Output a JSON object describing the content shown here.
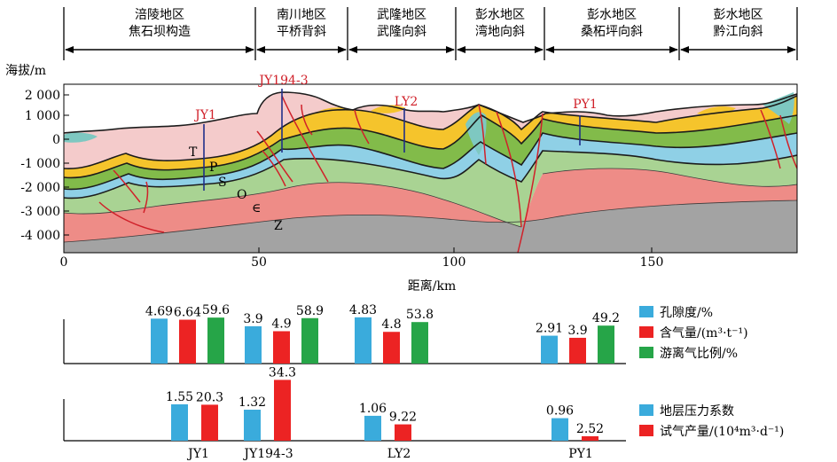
{
  "regions": [
    {
      "line1": "涪陵地区",
      "line2": "焦石坝构造"
    },
    {
      "line1": "南川地区",
      "line2": "平桥背斜"
    },
    {
      "line1": "武隆地区",
      "line2": "武隆向斜"
    },
    {
      "line1": "彭水地区",
      "line2": "湾地向斜"
    },
    {
      "line1": "彭水地区",
      "line2": "桑柘坪向斜"
    },
    {
      "line1": "彭水地区",
      "line2": "黔江向斜"
    }
  ],
  "section": {
    "y_axis_label": "海拔/m",
    "x_axis_label": "距离/km",
    "y_ticks": [
      "2 000",
      "1 000",
      "0",
      "-1 000",
      "-2 000",
      "-3 000",
      "-4 000"
    ],
    "x_ticks": [
      "0",
      "50",
      "100",
      "150"
    ],
    "strata_labels": [
      "T",
      "P",
      "S",
      "O",
      "∈",
      "Z"
    ],
    "wells": [
      "JY1",
      "JY194-3",
      "LY2",
      "PY1"
    ],
    "colors": {
      "T": "#f4cbcb",
      "P": "#f5c42c",
      "S_upper": "#82bb4a",
      "O": "#8fd0e6",
      "Cambrian": "#a9d393",
      "Z": "#ee8c87",
      "basement": "#a3a3a3",
      "teal": "#7ec8c1",
      "well": "#1f2f8a",
      "fault": "#d0212a"
    }
  },
  "chart_data": [
    {
      "type": "bar",
      "categories": [
        "JY1",
        "JY194-3",
        "LY2",
        "PY1"
      ],
      "series": [
        {
          "name": "孔隙度/%",
          "values": [
            4.69,
            3.9,
            4.83,
            2.91
          ],
          "color": "#3aabdc"
        },
        {
          "name": "含气量/(m³·t⁻¹)",
          "values": [
            6.64,
            4.9,
            4.8,
            3.9
          ],
          "color": "#ec2323"
        },
        {
          "name": "游离气比例/%",
          "values": [
            59.6,
            58.9,
            53.8,
            49.2
          ],
          "color": "#26a548"
        }
      ],
      "data_labels": [
        [
          "4.69",
          "6.64",
          "59.6"
        ],
        [
          "3.9",
          "4.9",
          "58.9"
        ],
        [
          "4.83",
          "4.8",
          "53.8"
        ],
        [
          "2.91",
          "3.9",
          "49.2"
        ]
      ]
    },
    {
      "type": "bar",
      "categories": [
        "JY1",
        "JY194-3",
        "LY2",
        "PY1"
      ],
      "series": [
        {
          "name": "地层压力系数",
          "values": [
            1.55,
            1.32,
            1.06,
            0.96
          ],
          "color": "#3aabdc"
        },
        {
          "name": "试气产量/(10⁴m³·d⁻¹)",
          "values": [
            20.3,
            34.3,
            9.22,
            2.52
          ],
          "color": "#ec2323"
        }
      ],
      "data_labels": [
        [
          "1.55",
          "20.3"
        ],
        [
          "1.32",
          "34.3"
        ],
        [
          "1.06",
          "9.22"
        ],
        [
          "0.96",
          "2.52"
        ]
      ]
    }
  ]
}
